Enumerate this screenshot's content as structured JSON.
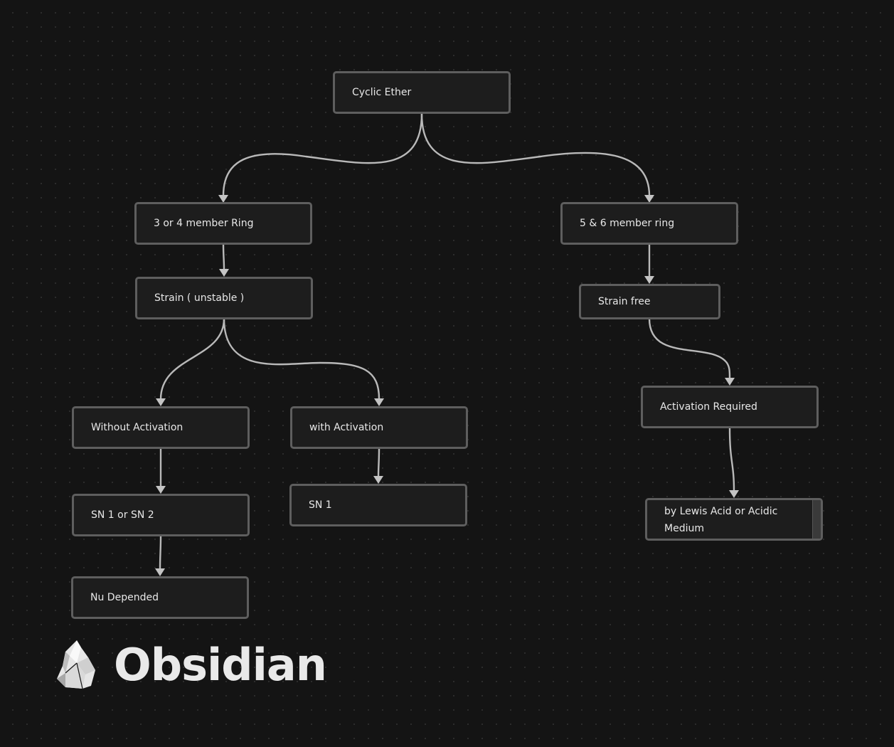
{
  "diagram": {
    "type": "flowchart",
    "nodes": [
      {
        "id": "cyclic-ether",
        "label": "Cyclic Ether"
      },
      {
        "id": "ring-3-4",
        "label": "3 or 4 member Ring"
      },
      {
        "id": "ring-5-6",
        "label": "5 & 6 member ring"
      },
      {
        "id": "strain-unstable",
        "label": "Strain ( unstable )"
      },
      {
        "id": "strain-free",
        "label": "Strain free"
      },
      {
        "id": "without-activation",
        "label": "Without Activation"
      },
      {
        "id": "with-activation",
        "label": "with Activation"
      },
      {
        "id": "activation-required",
        "label": "Activation Required"
      },
      {
        "id": "sn1-or-sn2",
        "label": "SN 1 or SN 2"
      },
      {
        "id": "sn1",
        "label": "SN 1"
      },
      {
        "id": "lewis-acid",
        "label": "by Lewis Acid or Acidic Medium"
      },
      {
        "id": "nu-depended",
        "label": "Nu Depended"
      }
    ],
    "edges": [
      {
        "from": "cyclic-ether",
        "to": "ring-3-4"
      },
      {
        "from": "cyclic-ether",
        "to": "ring-5-6"
      },
      {
        "from": "ring-3-4",
        "to": "strain-unstable"
      },
      {
        "from": "ring-5-6",
        "to": "strain-free"
      },
      {
        "from": "strain-unstable",
        "to": "without-activation"
      },
      {
        "from": "strain-unstable",
        "to": "with-activation"
      },
      {
        "from": "strain-free",
        "to": "activation-required"
      },
      {
        "from": "without-activation",
        "to": "sn1-or-sn2"
      },
      {
        "from": "with-activation",
        "to": "sn1"
      },
      {
        "from": "activation-required",
        "to": "lewis-acid"
      },
      {
        "from": "sn1-or-sn2",
        "to": "nu-depended"
      }
    ]
  },
  "brand": {
    "name": "Obsidian",
    "logo_icon": "obsidian-gem-icon"
  },
  "colors": {
    "background": "#141414",
    "node_fill": "#1d1d1d",
    "node_border": "#5e5e5e",
    "edge": "#b9b9b9",
    "text": "#e8e8e8"
  }
}
